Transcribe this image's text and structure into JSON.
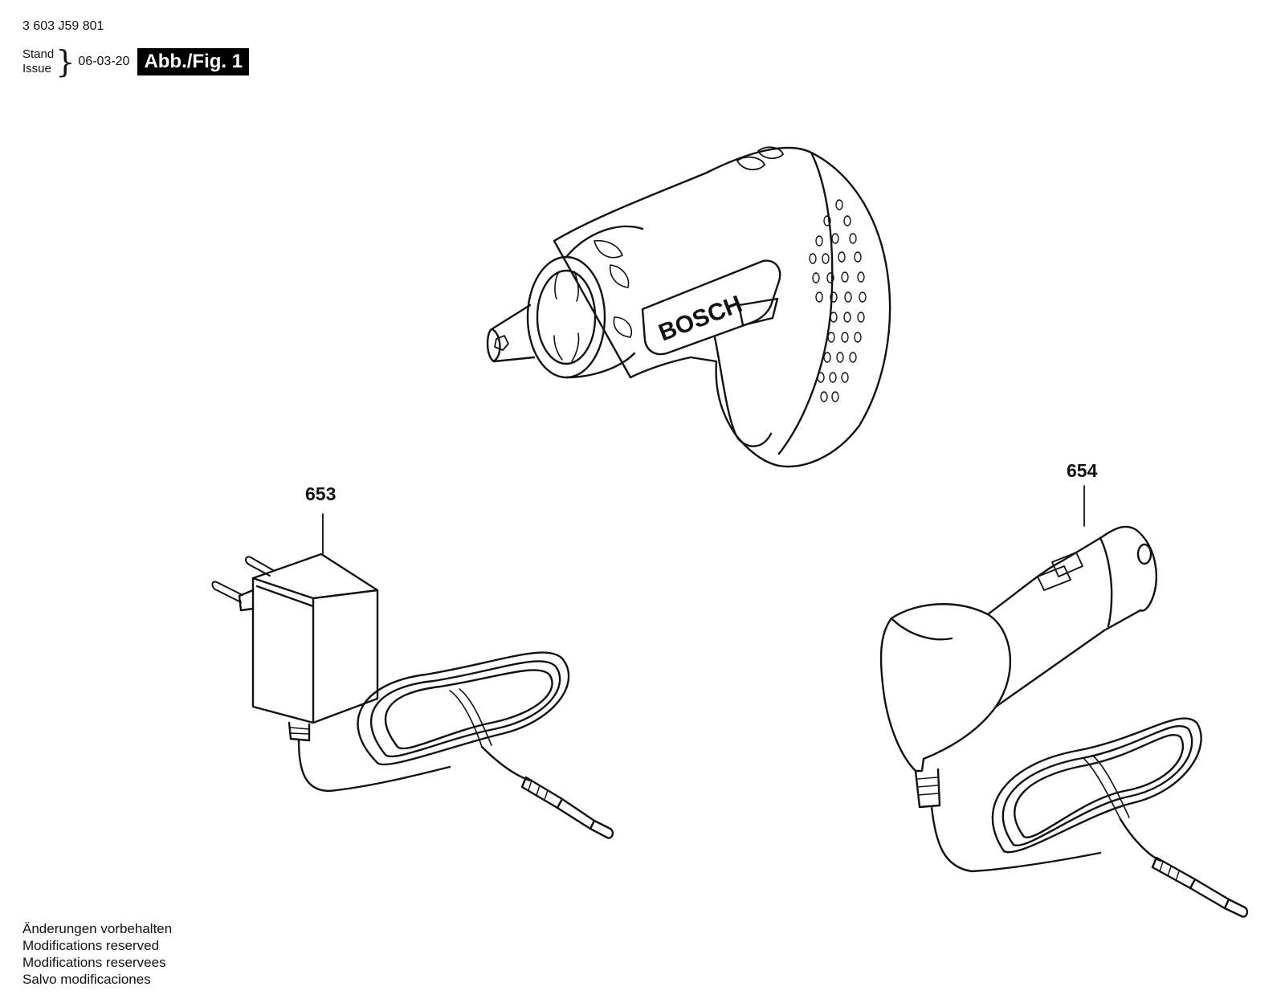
{
  "header": {
    "doc_number": "3 603 J59 801",
    "stand_label": "Stand",
    "issue_label": "Issue",
    "issue_date": "06-03-20",
    "figure_label": "Abb./Fig. 1"
  },
  "tool": {
    "brand_text": "BOSCH"
  },
  "callouts": {
    "mains_charger": "653",
    "car_charger": "654"
  },
  "footer": {
    "lines": [
      "Änderungen vorbehalten",
      "Modifications reserved",
      "Modifications reservees",
      "Salvo modificaciones"
    ]
  },
  "colors": {
    "ink": "#111111",
    "label_bg": "#000000",
    "label_fg": "#ffffff"
  }
}
